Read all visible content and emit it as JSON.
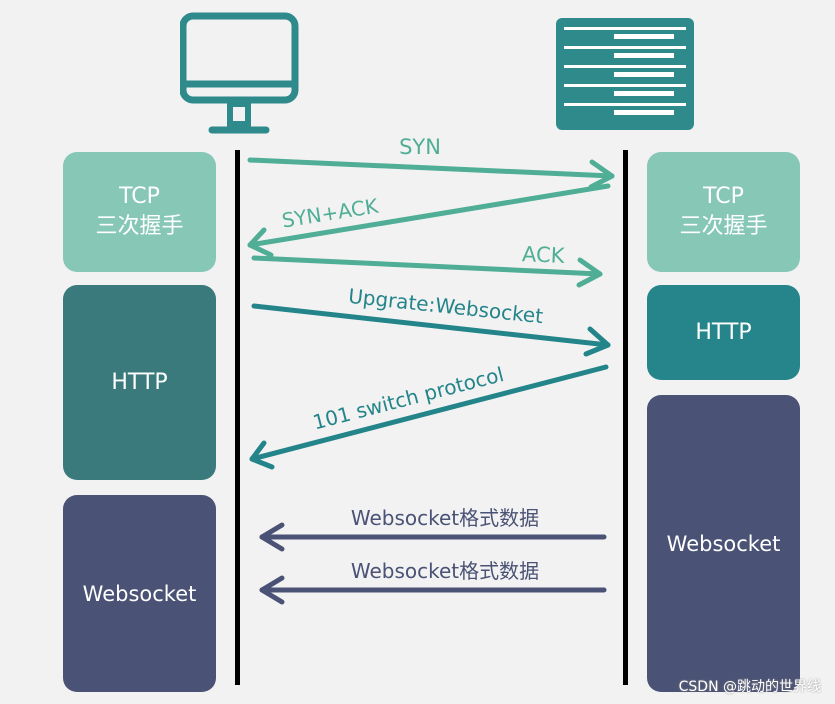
{
  "left_boxes": {
    "tcp_line1": "TCP",
    "tcp_line2": "三次握手",
    "http": "HTTP",
    "websocket": "Websocket"
  },
  "right_boxes": {
    "tcp_line1": "TCP",
    "tcp_line2": "三次握手",
    "http": "HTTP",
    "websocket": "Websocket"
  },
  "messages": {
    "syn": "SYN",
    "syn_ack": "SYN+ACK",
    "ack": "ACK",
    "upgrade": "Upgrate:Websocket",
    "switch": "101  switch  protocol",
    "ws_data_1": "Websocket格式数据",
    "ws_data_2": "Websocket格式数据"
  },
  "icons": {
    "client": "monitor-icon",
    "server": "server-rack-icon"
  },
  "colors": {
    "icon_teal": "#2f8a8c",
    "tcp_green": "#86c7b6",
    "http_left": "#3b7a7c",
    "http_right": "#26858a",
    "websocket": "#4a5275",
    "arrow_light": "#4fae95",
    "arrow_teal": "#23858a",
    "arrow_navy": "#4a5275"
  },
  "watermark": "CSDN @跳动的世界线"
}
